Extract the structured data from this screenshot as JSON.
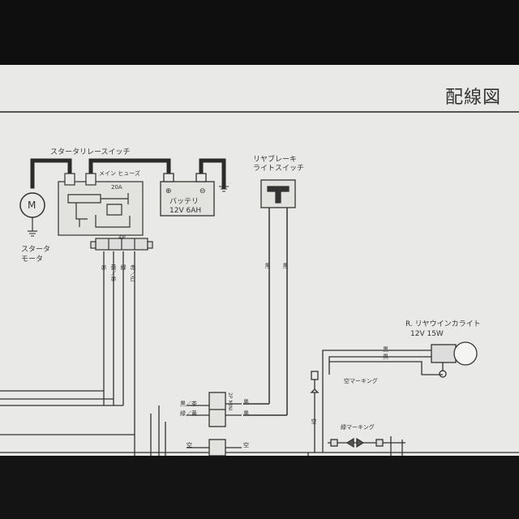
{
  "page": {
    "title": "配線図"
  },
  "labels": {
    "starter_relay_switch": "スタータリレースイッチ",
    "main_fuse": "メイン ヒューズ",
    "fuse_rating": "20A",
    "connector_4p": "4P",
    "battery_name": "バッテリ",
    "battery_spec": "12V 6AH",
    "battery_plus": "⊕",
    "battery_minus": "⊖",
    "motor_symbol": "M",
    "starter_motor_line1": "スタータ",
    "starter_motor_line2": "モータ",
    "rear_brake_line1": "リヤブレーキ",
    "rear_brake_line2": "ライトスイッチ",
    "rear_blinker_name": "R. リヤウインカライト",
    "rear_blinker_spec": "12V 15W",
    "wire_black_1": "黒",
    "wire_black_2": "黒",
    "wire_black_3": "黒",
    "wire_black_4": "黒",
    "wire_black_5": "黒",
    "wire_black_6": "黒",
    "wire_black_brown": "黒／茶",
    "wire_green_yellow": "緑／黄",
    "connector_2p_mini": "2P MINI",
    "sky_marking": "空マーキング",
    "green_marking": "緑マーキング",
    "wire_sky_1": "空",
    "wire_sky_2": "空",
    "wire_sky_3": "空",
    "relay_wire_red": "赤",
    "relay_wire_yellow_red": "黄／赤",
    "relay_wire_green": "緑",
    "relay_wire_red_white": "赤／白"
  }
}
